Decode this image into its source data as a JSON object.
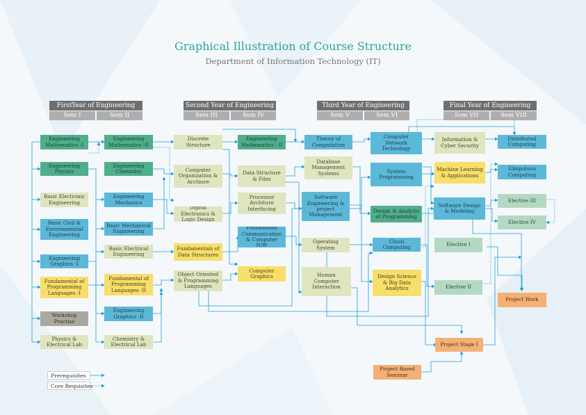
{
  "title": "Graphical Illustration of Course Structure",
  "subtitle": "Department of Information Technology (IT)",
  "years": [
    {
      "label": "FirstYear of Engineering",
      "sems": [
        "Sem I",
        "Sem II"
      ]
    },
    {
      "label": "Second Year of Engineering",
      "sems": [
        "Sem III",
        "Sem IV"
      ]
    },
    {
      "label": "Third Year of Engineering",
      "sems": [
        "Sem V",
        "Sem VI"
      ]
    },
    {
      "label": "Final Year of Engineering",
      "sems": [
        "Sem VII",
        "Sem VIII"
      ]
    }
  ],
  "courses": {
    "m1": "Engineering Mathematics -I",
    "phy": "Engineering Physics",
    "bee": "Basic Electronic Engineering",
    "bcee": "Basic Civil & Environmental Engineering",
    "eg1": "Engineering Graphics -I",
    "fpl1": "Fundamental of Programming Languages -I",
    "ws": "Workshop Practise",
    "pel": "Physics & Electrical Lab",
    "m2": "Engineering Mathematics -II",
    "chem": "Engineering Chemistry",
    "mech": "Engineering Mechanics",
    "bme": "Basic Mechanical Engineering",
    "belec": "Basic Electrical Engineering",
    "fpl2": "Fundamental of Programming Languages -II",
    "eg2": "Engineering Graphics -II",
    "cel": "Chemistry & Electrical Lab",
    "ds": "Discrete Structure",
    "coa": "Computer Organization & Archiure",
    "dld": "Digital Electronics & Logic Design",
    "fds": "Fundamentals of Data Structures",
    "oopl": "Object Oriented & Programming Languages",
    "m3": "Engineering Mathematics - II",
    "dsf": "Data Structure & Files",
    "pai": "Processor Architure Interfacing",
    "fcn": "Foundations Communication & Computer N/W",
    "cg": "Computer Graphics",
    "toc": "Theory of Computation",
    "dbms": "Database Management Systems",
    "sepm": "Software Engineering & project Management",
    "os": "Operating System",
    "hci": "Human Computer Interaction",
    "cnt": "Computer Network Technology",
    "sp": "System Programming",
    "dap": "Design & Analysis of Programming",
    "cc": "Cloud Computing",
    "dsbda": "Design Science & Big Data Analytics",
    "ics": "Information & Cyber Security",
    "mla": "Machine Learning & Applications",
    "sdm": "Software Design & Modeling",
    "e1": "Elective I",
    "e2": "Elective II",
    "ps1": "Project Stage I",
    "psem": "Project Based Seminar",
    "dc": "Distributed Computing",
    "ubi": "Ubiquitous Computing",
    "e3": "Elective III",
    "e4": "Elective IV",
    "pw": "Project Work"
  },
  "colors": {
    "green": "#4fae8b",
    "blue": "#5cb8d8",
    "olive": "#dfe5bf",
    "yellow": "#f8de6b",
    "gray": "#a9a9a0",
    "mint": "#b4d9c3",
    "orange": "#f4b176",
    "line": "#1e9fd6",
    "title": "#2aa59a"
  },
  "legend": {
    "prereq": "Prerequisites",
    "core": "Core Requisites"
  }
}
